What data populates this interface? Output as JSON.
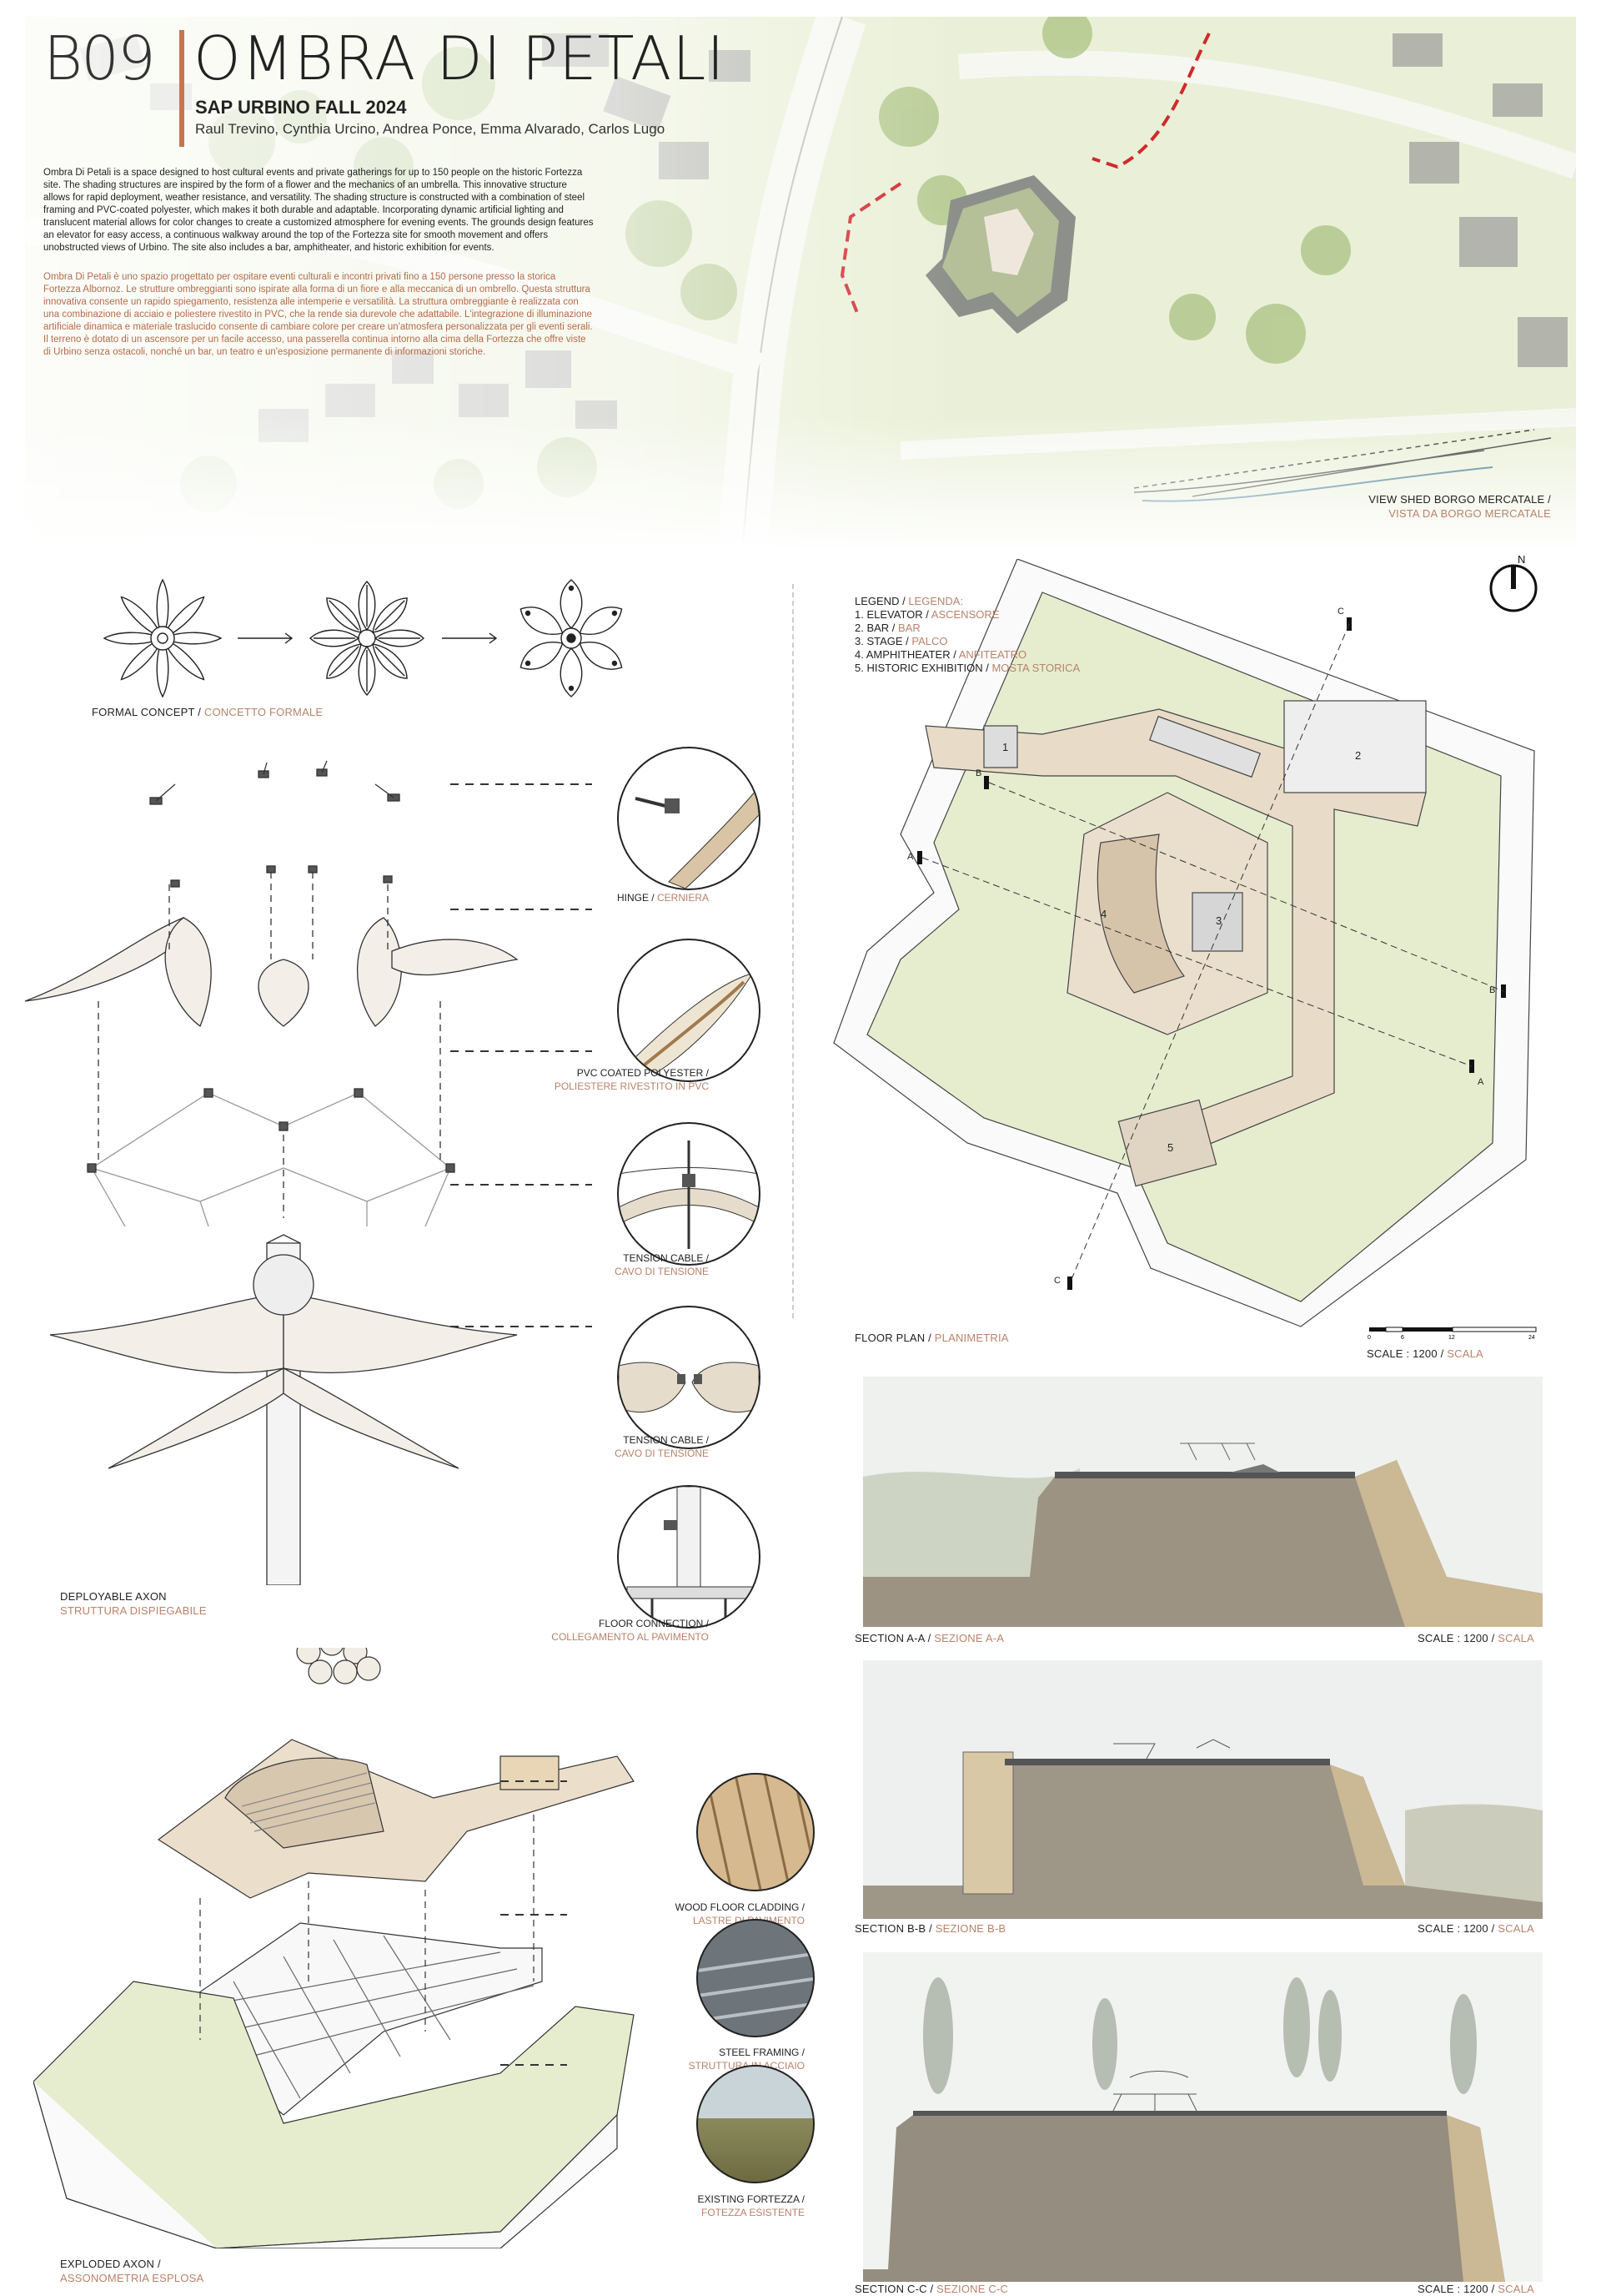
{
  "header": {
    "code": "B09",
    "title": "OMBRA DI PETALI",
    "subtitle": "SAP URBINO FALL 2024",
    "authors": "Raul Trevino, Cynthia Urcino, Andrea Ponce, Emma Alvarado, Carlos Lugo",
    "description_en": "Ombra Di Petali is a space designed to host cultural events and private gatherings for up to 150 people on the historic Fortezza site. The shading structures are inspired by the form of a flower and the mechanics of an umbrella. This innovative structure allows for rapid deployment, weather resistance, and versatility. The shading structure is constructed with a combination of steel framing and PVC-coated polyester, which makes it both durable and adaptable. Incorporating dynamic artificial lighting and translucent material allows for color changes to create a customized atmosphere for evening events. The grounds design features an elevator for easy access, a continuous walkway around the top of the Fortezza site for smooth movement and offers unobstructed views of Urbino. The site also includes a bar, amphitheater, and historic exhibition for events.",
    "description_it": "Ombra Di Petali è uno spazio progettato per ospitare eventi culturali e incontri privati fino a 150 persone presso la storica Fortezza Albornoz. Le strutture ombreggianti sono ispirate alla forma di un fiore e alla meccanica di un ombrello. Questa struttura innovativa consente un rapido spiegamento, resistenza alle intemperie e versatilità. La struttura ombreggiante è realizzata con una combinazione di acciaio e poliestere rivestito in PVC, che la rende sia durevole che adattabile. L'integrazione di illuminazione artificiale dinamica e materiale traslucido consente di cambiare colore per creare un'atmosfera personalizzata per gli eventi serali. Il terreno è dotato di un ascensore per un facile accesso, una passerella continua intorno alla cima della Fortezza che offre viste di Urbino senza ostacoli, nonché un bar, un teatro e un'esposizione permanente di informazioni storiche."
  },
  "viewshed": {
    "en": "VIEW SHED BORGO MERCATALE /",
    "it": "VISTA DA BORGO MERCATALE"
  },
  "concept": {
    "en": "FORMAL CONCEPT /",
    "it": "CONCETTO FORMALE"
  },
  "axon": {
    "en": "DEPLOYABLE AXON",
    "it": "STRUTTURA DISPIEGABILE"
  },
  "exploded": {
    "en": "EXPLODED AXON /",
    "it": "ASSONOMETRIA ESPLOSA"
  },
  "details": [
    {
      "en": "HINGE /",
      "it": "CERNIERA"
    },
    {
      "en": "PVC COATED POLYESTER /",
      "it": "POLIESTERE RIVESTITO IN PVC"
    },
    {
      "en": "TENSION CABLE /",
      "it": "CAVO DI TENSIONE"
    },
    {
      "en": "TENSION CABLE /",
      "it": "CAVO DI TENSIONE"
    },
    {
      "en": "FLOOR CONNECTION /",
      "it": "COLLEGAMENTO AL PAVIMENTO"
    }
  ],
  "materials": [
    {
      "en": "WOOD FLOOR CLADDING /",
      "it": "LASTRE DI PAVIMENTO"
    },
    {
      "en": "STEEL FRAMING /",
      "it": "STRUTTURA IN ACCIAIO"
    },
    {
      "en": "EXISTING FORTEZZA /",
      "it": "FOTEZZA ESISTENTE"
    }
  ],
  "legend": {
    "title_en": "LEGEND /",
    "title_it": "LEGENDA:",
    "items": [
      {
        "en": "1. ELEVATOR /",
        "it": "ASCENSORE"
      },
      {
        "en": "2. BAR /",
        "it": "BAR"
      },
      {
        "en": "3. STAGE /",
        "it": "PALCO"
      },
      {
        "en": "4. AMPHITHEATER /",
        "it": "ANFITEATRO"
      },
      {
        "en": "5. HISTORIC EXHIBITION /",
        "it": "MOSTA STORICA"
      }
    ]
  },
  "plan": {
    "north": "N",
    "label_en": "FLOOR PLAN /",
    "label_it": "PLANIMETRIA",
    "scale_en": "SCALE : 1200 /",
    "scale_it": "SCALA",
    "scale_ticks": [
      "0",
      "6",
      "12",
      "24"
    ],
    "room_numbers": [
      "1",
      "2",
      "3",
      "4",
      "5"
    ],
    "section_markers": [
      "A",
      "A",
      "B",
      "B",
      "C",
      "C"
    ]
  },
  "sections": [
    {
      "en": "SECTION A-A /",
      "it": "SEZIONE A-A",
      "scale_en": "SCALE : 1200 /",
      "scale_it": "SCALA"
    },
    {
      "en": "SECTION B-B /",
      "it": "SEZIONE B-B",
      "scale_en": "SCALE : 1200 /",
      "scale_it": "SCALA"
    },
    {
      "en": "SECTION C-C /",
      "it": "SEZIONE C-C",
      "scale_en": "SCALE : 1200 /",
      "scale_it": "SCALA"
    }
  ],
  "colors": {
    "accent": "#c8744e",
    "italian": "#b8826a",
    "site_green": "#e6edcf",
    "deck": "#e8dcc8"
  }
}
